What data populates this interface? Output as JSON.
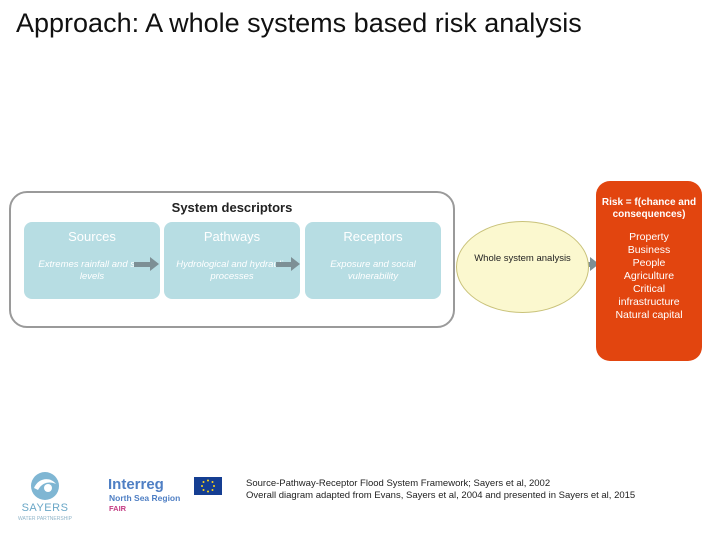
{
  "slide": {
    "title": "Approach: A whole systems based risk analysis"
  },
  "diagram": {
    "system_label": "System descriptors",
    "stages": [
      {
        "title": "Sources",
        "description": "Extremes rainfall and sea levels"
      },
      {
        "title": "Pathways",
        "description": "Hydrological and hydraulic processes"
      },
      {
        "title": "Receptors",
        "description": "Exposure and social vulnerability"
      }
    ],
    "analysis_label": "Whole system analysis",
    "risk": {
      "title": "Risk = f(chance and consequences)",
      "items": [
        "Property",
        "Business",
        "People",
        "Agriculture",
        "Critical",
        "infrastructure",
        "Natural capital"
      ]
    },
    "colors": {
      "stage_fill": "#b7dde3",
      "arrow": "#7d8f95",
      "analysis_fill": "#fbf8cf",
      "risk_fill": "#e2450f"
    }
  },
  "footer": {
    "logos": {
      "sayers": {
        "name": "SAYERS",
        "tagline": "WATER PARTNERSHIP"
      },
      "interreg": {
        "name": "Interreg",
        "region": "North Sea Region",
        "project": "FAIR"
      }
    },
    "caption_lines": [
      "Source-Pathway-Receptor Flood System Framework;  Sayers et al, 2002",
      "Overall diagram adapted from Evans, Sayers et al, 2004 and presented in Sayers et al, 2015"
    ]
  }
}
